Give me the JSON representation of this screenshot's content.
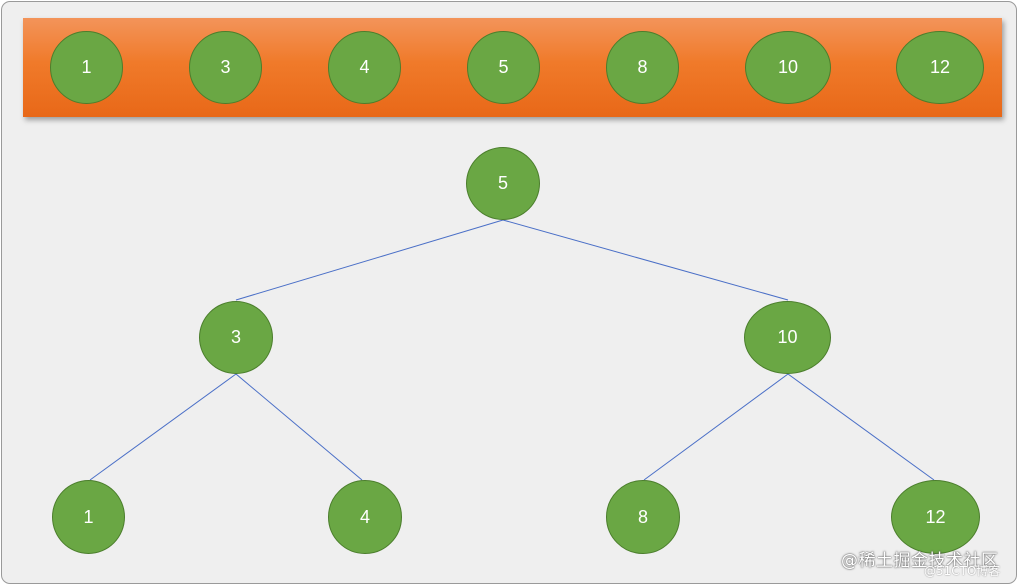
{
  "sorted_array": [
    "1",
    "3",
    "4",
    "5",
    "8",
    "10",
    "12"
  ],
  "tree": {
    "root": "5",
    "level1": [
      "3",
      "10"
    ],
    "level2": [
      "1",
      "4",
      "8",
      "12"
    ]
  },
  "watermark": {
    "line1": "@稀土掘金技术社区",
    "line2": "@51CTO博客"
  },
  "colors": {
    "band": "#f07a2a",
    "node_fill": "#6aa744",
    "node_border": "#4b7e2c",
    "edge": "#4a6fc7"
  }
}
